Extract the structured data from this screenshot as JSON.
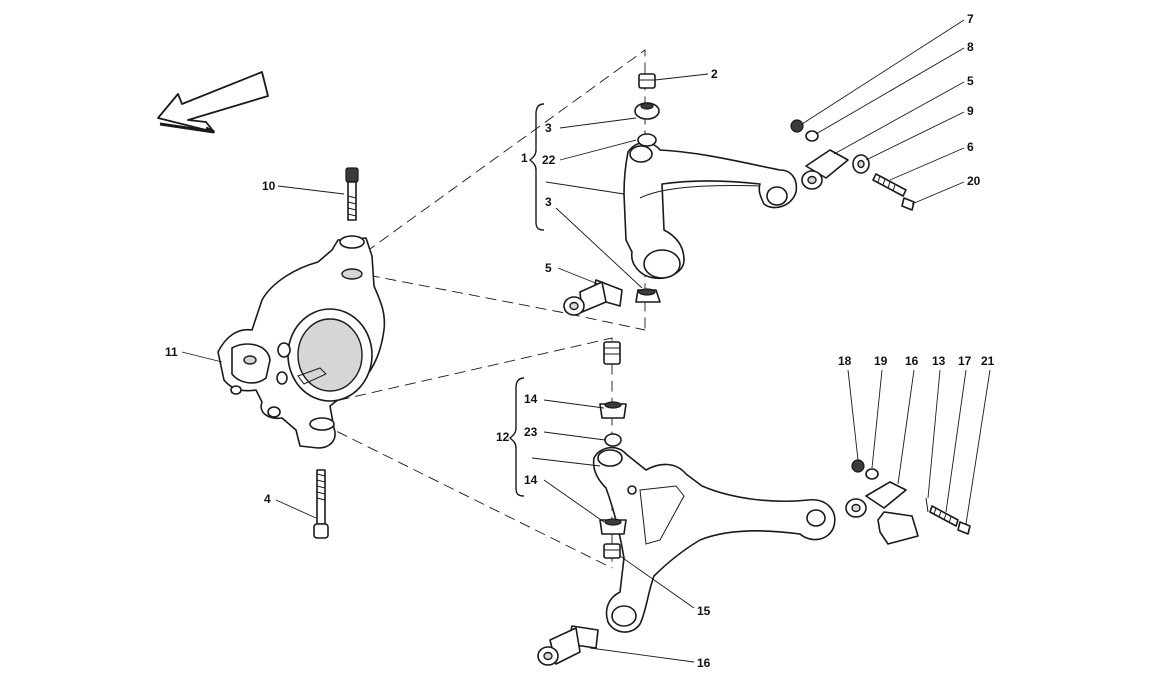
{
  "diagram": {
    "direction_arrow_icon": "front-direction-arrow-icon",
    "callouts": {
      "c2": "2",
      "c3a": "3",
      "c22": "22",
      "c1": "1",
      "c3b": "3",
      "c5a": "5",
      "c7": "7",
      "c8": "8",
      "c5b": "5",
      "c9": "9",
      "c6": "6",
      "c20": "20",
      "c10": "10",
      "c11": "11",
      "c4": "4",
      "c14a": "14",
      "c23": "23",
      "c12": "12",
      "c14b": "14",
      "c15": "15",
      "c16b": "16",
      "c18": "18",
      "c19": "19",
      "c16a": "16",
      "c13": "13",
      "c17": "17",
      "c21": "21"
    }
  }
}
